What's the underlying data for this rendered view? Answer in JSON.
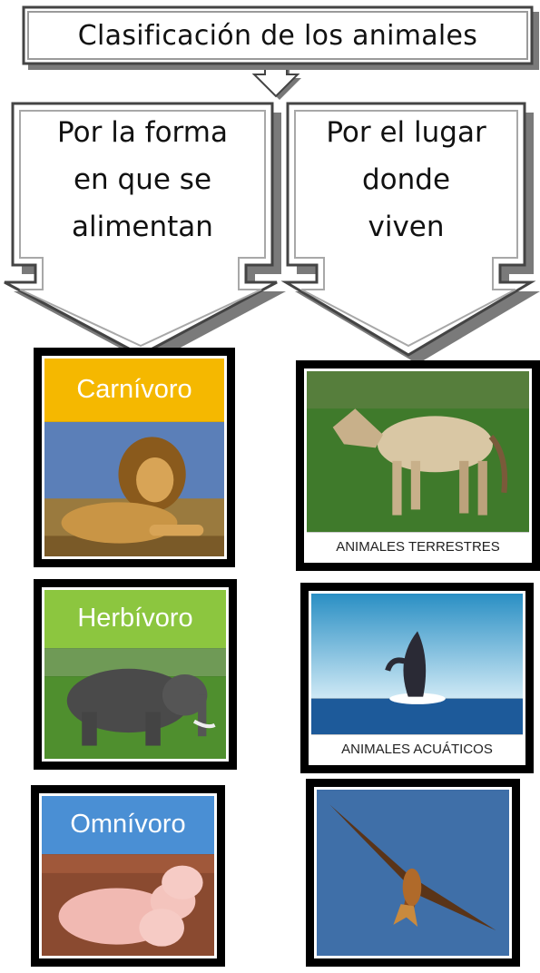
{
  "title": "Clasificación de los animales",
  "branches": [
    {
      "lines": [
        "Por la forma",
        "en que se",
        "alimentan"
      ]
    },
    {
      "lines": [
        "Por el lugar",
        "donde",
        "viven"
      ]
    }
  ],
  "diet_cards": [
    {
      "label": "Carnívoro",
      "band_color": "#F5B800",
      "icon": "lion-photo"
    },
    {
      "label": "Herbívoro",
      "band_color": "#8CC63F",
      "icon": "elephant-photo"
    },
    {
      "label": "Omnívoro",
      "band_color": "#4A8FD4",
      "icon": "pig-photo"
    }
  ],
  "habitat_cards": [
    {
      "caption": "ANIMALES TERRESTRES",
      "icon": "horse-photo"
    },
    {
      "caption": "ANIMALES ACUÁTICOS",
      "icon": "whale-photo"
    },
    {
      "caption": "",
      "icon": "eagle-photo"
    }
  ],
  "colors": {
    "arrow_fill": "#ffffff",
    "arrow_stroke": "#555555",
    "frame": "#000000"
  }
}
